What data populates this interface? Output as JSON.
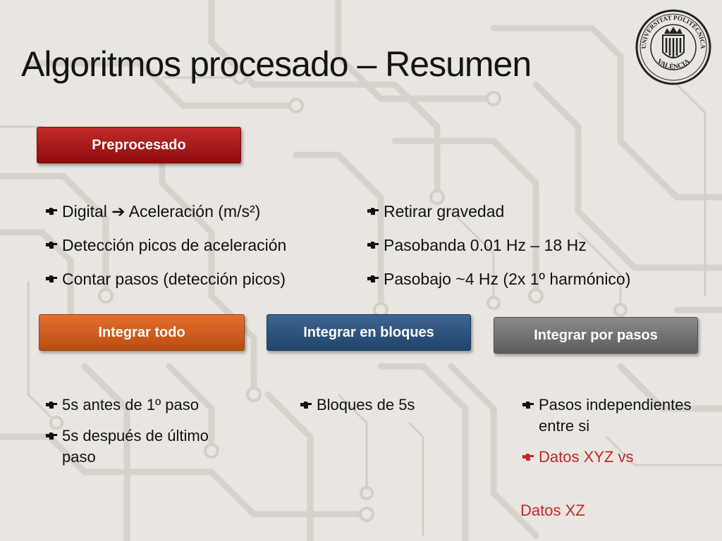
{
  "slide": {
    "title": "Algoritmos procesado – Resumen",
    "logo": {
      "name": "upv-seal",
      "text_top": "UNIVERSITAT POLITÈCNICA",
      "text_bottom": "VALÈNCIA"
    }
  },
  "colors": {
    "preprocesado": "#a01515",
    "integrar_todo": "#cf5f1f",
    "integrar_bloques": "#2c527c",
    "integrar_pasos": "#6e6e6e",
    "highlight_text": "#c4262a"
  },
  "preprocesado": {
    "label": "Preprocesado",
    "left_items": [
      {
        "text": "Digital ➔ Aceleración (m/s²)"
      },
      {
        "text": "Detección picos de aceleración"
      },
      {
        "text": "Contar pasos (detección picos)"
      }
    ],
    "right_items": [
      {
        "text": "Retirar gravedad"
      },
      {
        "text": "Pasobanda 0.01 Hz – 18 Hz"
      },
      {
        "text": "Pasobajo ~4 Hz (2x 1º harmónico)"
      }
    ]
  },
  "methods": {
    "todo": {
      "label": "Integrar todo",
      "items": [
        "5s antes de 1º paso",
        "5s después de último paso"
      ]
    },
    "bloques": {
      "label": "Integrar en bloques",
      "items": [
        "Bloques de 5s"
      ]
    },
    "pasos": {
      "label": "Integrar por pasos",
      "items": [
        "Pasos independientes entre si",
        "Datos XYZ vs"
      ],
      "tail": "Datos XZ"
    }
  },
  "icons": {
    "bullet": "hand-pointing-right-icon",
    "arrow": "arrow-right-icon"
  }
}
